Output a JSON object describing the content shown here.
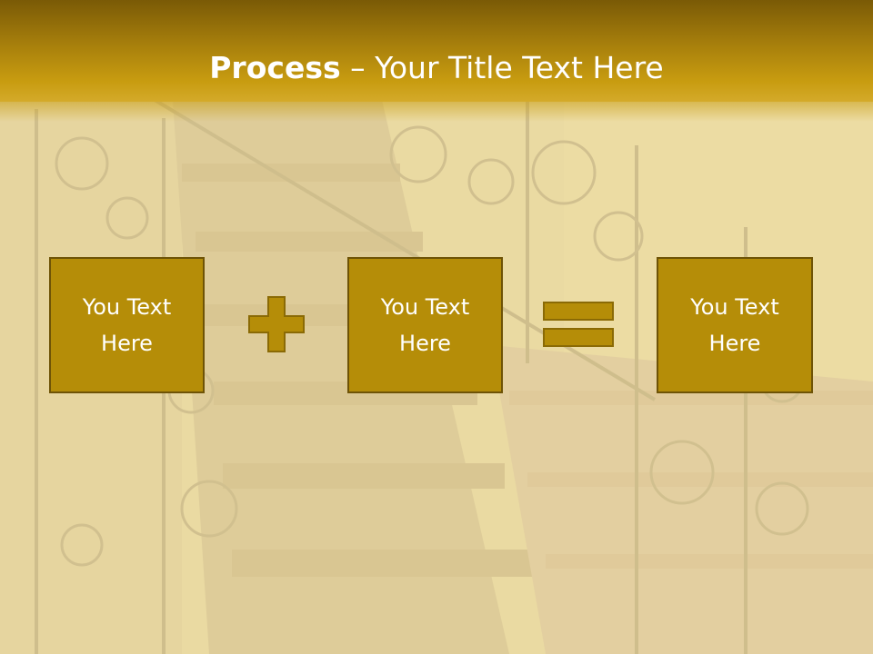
{
  "slide": {
    "title_bold": "Process",
    "title_rest": " – Your Title Text Here",
    "boxes": [
      {
        "line1": "You Text",
        "line2": "Here"
      },
      {
        "line1": "You Text",
        "line2": "Here"
      },
      {
        "line1": "You Text",
        "line2": "Here"
      }
    ],
    "operators": [
      "plus-icon",
      "equals-icon"
    ]
  },
  "colors": {
    "header": "#a8800c",
    "box_fill": "#b58d08",
    "box_border": "#6e5306",
    "operator_fill": "#b58d08",
    "background": "#eadba8"
  }
}
